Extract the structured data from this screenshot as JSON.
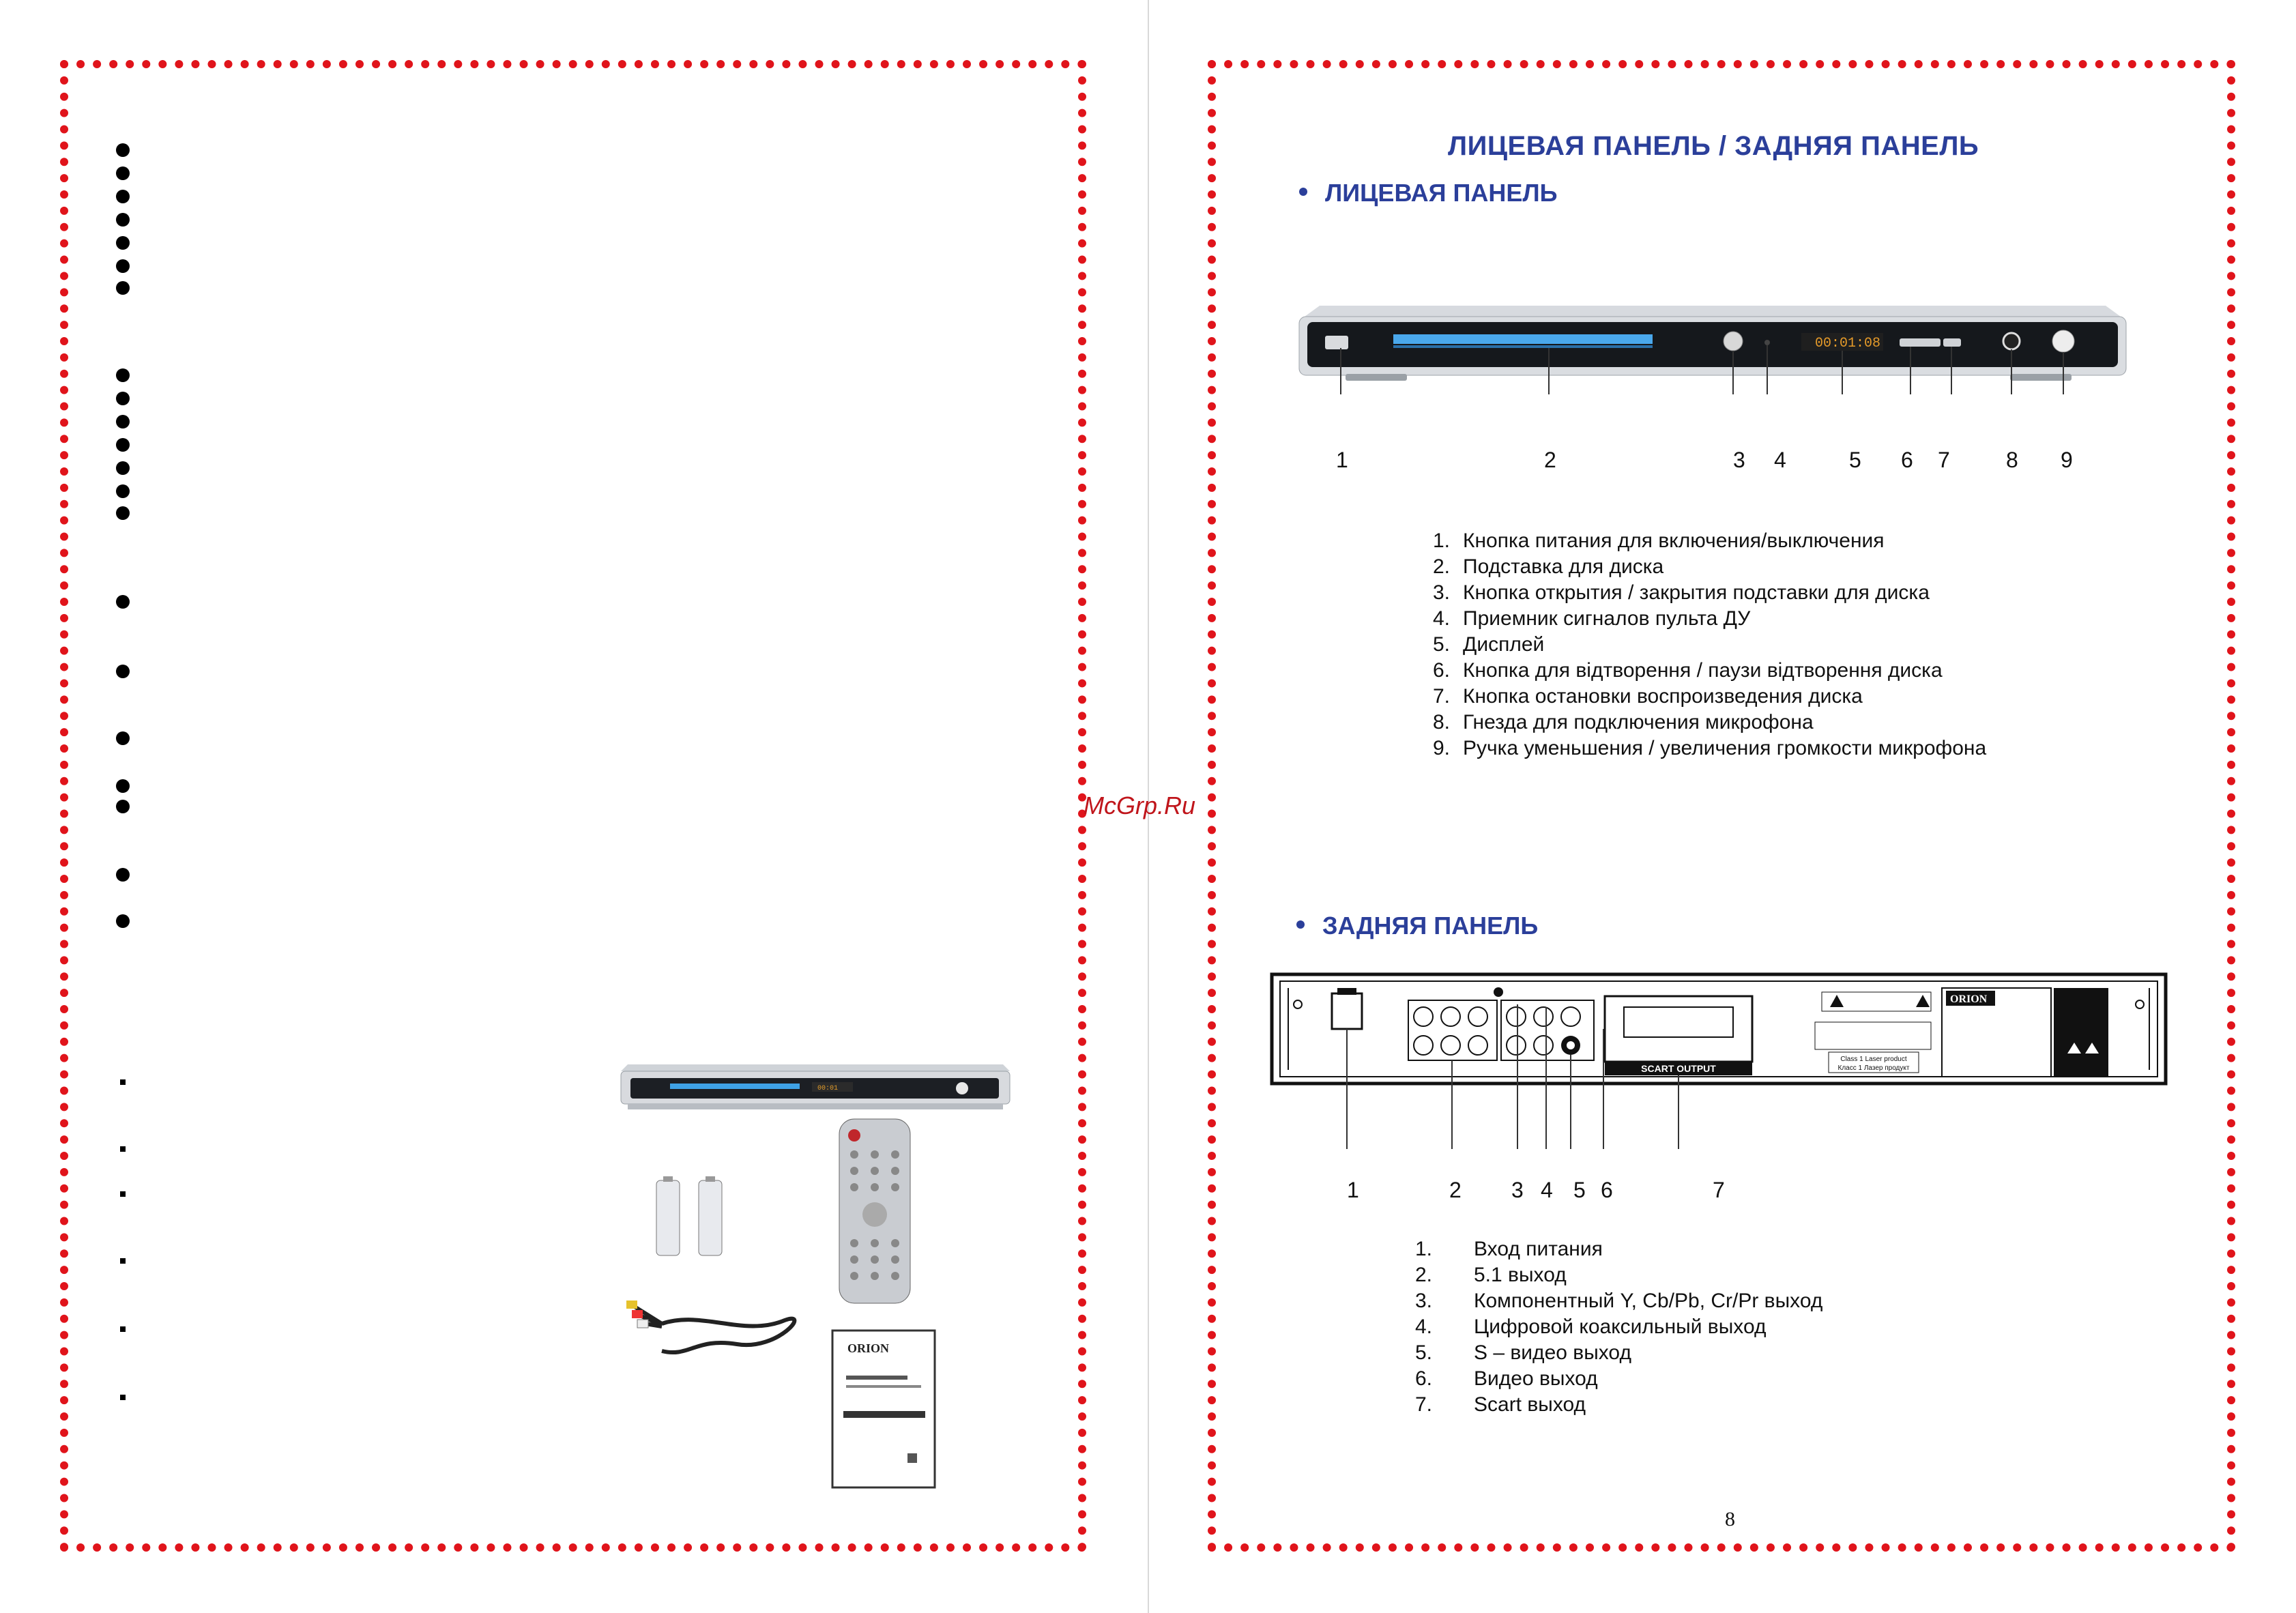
{
  "header": {
    "title": "ЛИЦЕВАЯ ПАНЕЛЬ / ЗАДНЯЯ ПАНЕЛЬ"
  },
  "watermark": "McGrp.Ru",
  "front": {
    "heading": "ЛИЦЕВАЯ ПАНЕЛЬ",
    "callouts": [
      "1",
      "2",
      "3",
      "4",
      "5",
      "6",
      "7",
      "8",
      "9"
    ],
    "items": [
      {
        "num": "1.",
        "text": "Кнопка питания для включения/выключения"
      },
      {
        "num": "2.",
        "text": "Подставка для диска"
      },
      {
        "num": "3.",
        "text": "Кнопка открытия / закрытия подставки для диска"
      },
      {
        "num": "4.",
        "text": "Приемник сигналов пульта ДУ"
      },
      {
        "num": "5.",
        "text": "Дисплей"
      },
      {
        "num": "6.",
        "text": "Кнопка для відтворення / паузи відтворення диска"
      },
      {
        "num": "7.",
        "text": "Кнопка остановки воспроизведения диска"
      },
      {
        "num": "8.",
        "text": "Гнезда для подключения микрофона"
      },
      {
        "num": "9.",
        "text": "Ручка уменьшения / увеличения громкости микрофона"
      }
    ],
    "display_text": "00:01:08"
  },
  "rear": {
    "heading": "ЗАДНЯЯ ПАНЕЛЬ",
    "callouts": [
      "1",
      "2",
      "3",
      "4",
      "5",
      "6",
      "7"
    ],
    "items": [
      {
        "num": "1.",
        "text": "Вход питания"
      },
      {
        "num": "2.",
        "text": "5.1 выход"
      },
      {
        "num": "3.",
        "text": "Компонентный Y, Cb/Pb, Cr/Pr выход"
      },
      {
        "num": "4.",
        "text": "Цифровой коаксильный выход"
      },
      {
        "num": "5.",
        "text": "S – видео выход"
      },
      {
        "num": "6.",
        "text": "Видео выход"
      },
      {
        "num": "7.",
        "text": "Scart выход"
      }
    ],
    "scart_label": "SCART OUTPUT",
    "brand_label": "ORION",
    "laser_line1": "Class 1 Laser product",
    "laser_line2": "Класс 1 Лазер продукт"
  },
  "accessories": {
    "brand": "ORION"
  },
  "page_number": "8"
}
